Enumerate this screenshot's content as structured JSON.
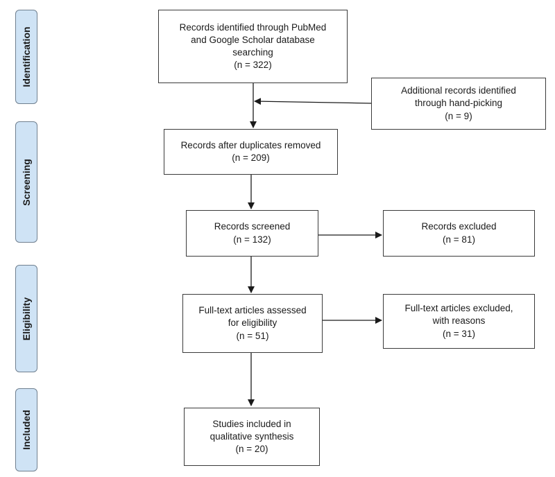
{
  "phases": {
    "identification": "Identification",
    "screening": "Screening",
    "eligibility": "Eligibility",
    "included": "Included"
  },
  "boxes": {
    "records_identified": {
      "line1": "Records identified through PubMed",
      "line2": "and Google Scholar database",
      "line3": "searching",
      "count": "(n = 322)"
    },
    "additional_records": {
      "line1": "Additional records identified",
      "line2": "through hand-picking",
      "count": "(n = 9)"
    },
    "after_duplicates": {
      "line1": "Records after duplicates removed",
      "count": "(n = 209)"
    },
    "screened": {
      "line1": "Records screened",
      "count": "(n = 132)"
    },
    "excluded": {
      "line1": "Records excluded",
      "count": "(n = 81)"
    },
    "fulltext_assessed": {
      "line1": "Full-text articles assessed",
      "line2": "for eligibility",
      "count": "(n = 51)"
    },
    "fulltext_excluded": {
      "line1": "Full-text articles excluded,",
      "line2": "with reasons",
      "count": "(n = 31)"
    },
    "included_studies": {
      "line1": "Studies included in",
      "line2": "qualitative synthesis",
      "count": "(n = 20)"
    }
  }
}
